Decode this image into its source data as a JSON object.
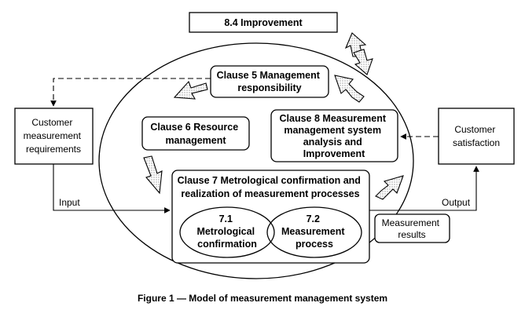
{
  "boxes": {
    "improvement": "8.4 Improvement",
    "clause5": [
      "Clause 5 Management",
      "responsibility"
    ],
    "clause6": [
      "Clause 6 Resource",
      "management"
    ],
    "clause8": [
      "Clause 8 Measurement",
      "management system",
      "analysis and",
      "Improvement"
    ],
    "clause7": [
      "Clause 7 Metrological confirmation and",
      "realization of measurement processes"
    ],
    "c71": [
      "7.1",
      "Metrological",
      "confirmation"
    ],
    "c72": [
      "7.2",
      "Measurement",
      "process"
    ],
    "customer_req": [
      "Customer",
      "measurement",
      "requirements"
    ],
    "customer_sat": [
      "Customer",
      "satisfaction"
    ],
    "measurement_results": [
      "Measurement",
      "results"
    ]
  },
  "labels": {
    "input": "Input",
    "output": "Output"
  },
  "caption": "Figure 1 — Model of measurement management system"
}
